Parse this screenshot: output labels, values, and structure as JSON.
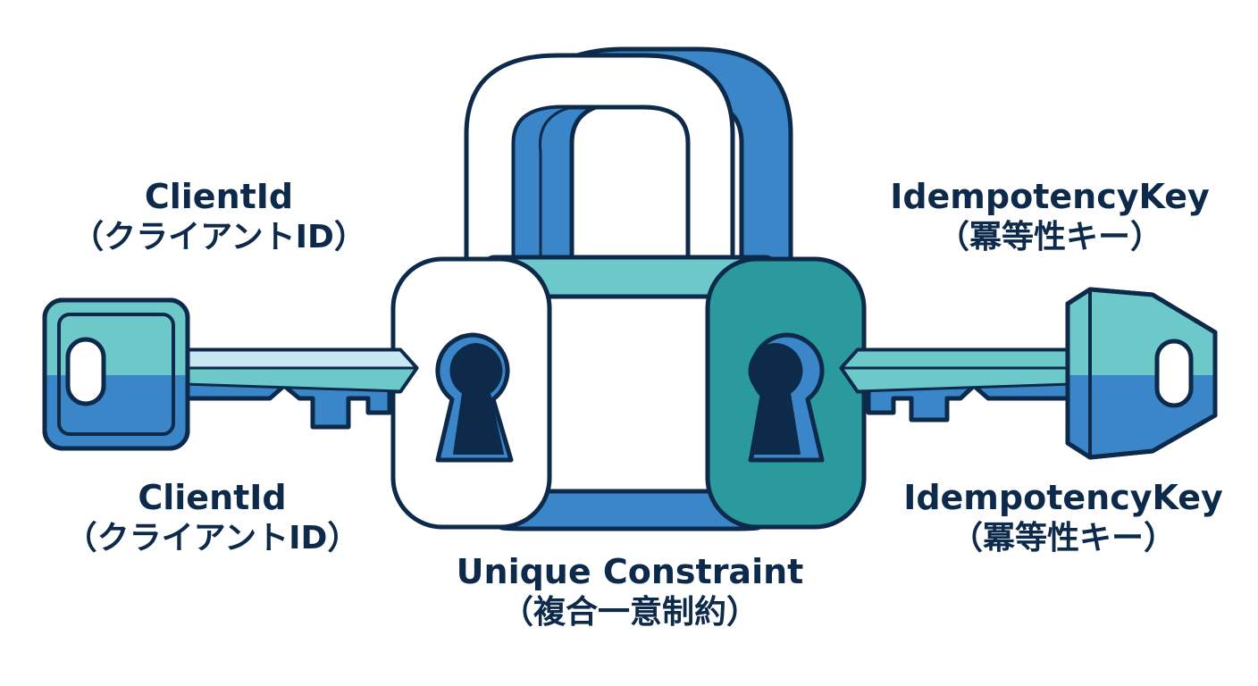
{
  "colors": {
    "outline": "#0d2a4a",
    "blue": "#3a86c8",
    "light_blue": "#c9e6f3",
    "teal": "#2a9a9f",
    "light_teal": "#6cc8c9",
    "white": "#ffffff"
  },
  "labels": {
    "left_top": {
      "en": "ClientId",
      "jp": "（クライアントID）"
    },
    "left_bottom": {
      "en": "ClientId",
      "jp": "（クライアントID）"
    },
    "right_top": {
      "en": "IdempotencyKey",
      "jp": "（冪等性キー）"
    },
    "right_bottom": {
      "en": "IdempotencyKey",
      "jp": "（冪等性キー）"
    },
    "center": {
      "en": "Unique Constraint",
      "jp": "（複合一意制約）"
    }
  },
  "icons": {
    "lock": "padlock-icon",
    "left_key": "key-icon",
    "right_key": "key-icon",
    "left_keyhole": "keyhole-icon",
    "right_keyhole": "keyhole-icon"
  }
}
